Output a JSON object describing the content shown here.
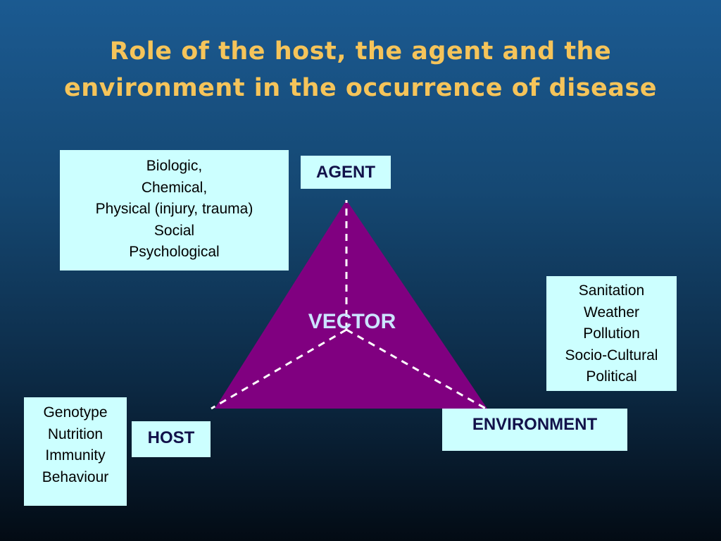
{
  "title": {
    "line1": "Role of the host, the agent and the",
    "line2": "environment in the occurrence of disease"
  },
  "nodes": {
    "agent": "AGENT",
    "host": "HOST",
    "environment": "ENVIRONMENT",
    "vector": "VECTOR"
  },
  "agent_factors": [
    "Biologic,",
    "Chemical,",
    "Physical (injury, trauma)",
    "Social",
    "Psychological"
  ],
  "environment_factors": [
    "Sanitation",
    "Weather",
    "Pollution",
    "Socio-Cultural",
    "Political"
  ],
  "host_factors": [
    "Genotype",
    "Nutrition",
    "Immunity",
    "Behaviour"
  ],
  "colors": {
    "title": "#f5c45a",
    "triangle": "#800080",
    "box_fill": "#ccffff",
    "dash": "#ffffff"
  }
}
